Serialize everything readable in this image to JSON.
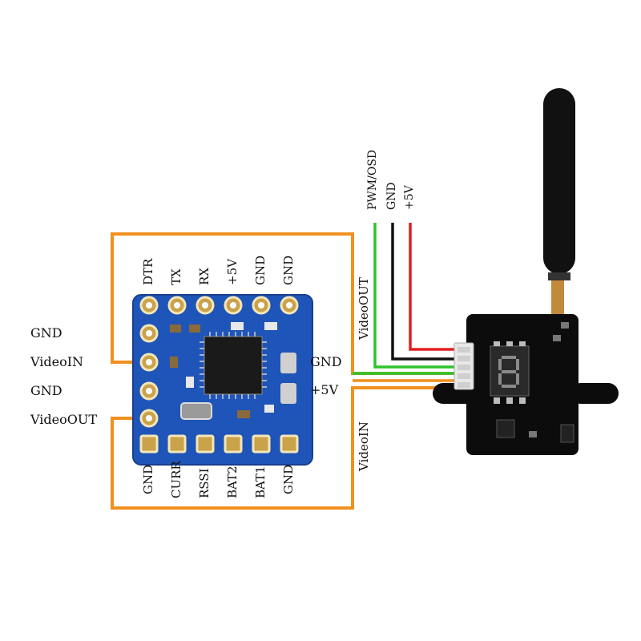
{
  "osd_board": {
    "top_pins": [
      "DTR",
      "TX",
      "RX",
      "+5V",
      "GND",
      "GND"
    ],
    "bottom_pins": [
      "GND",
      "CURR",
      "RSSI",
      "BAT2",
      "BAT1",
      "GND"
    ],
    "left_pins": [
      "GND",
      "VideoIN",
      "GND",
      "VideoOUT"
    ],
    "right_pins": [
      "GND",
      "+5V"
    ],
    "colors": {
      "pcb": "#1f55b8",
      "pad": "#c9a24a",
      "chip": "#1a1a1a"
    }
  },
  "vtx": {
    "wire_labels": [
      "PWM/OSD",
      "GND",
      "+5V"
    ],
    "colors": {
      "pcb": "#0c0c0c",
      "antenna": "#111111",
      "connector": "#e8e8e8"
    }
  },
  "wire_labels": {
    "video_out": "VideoOUT",
    "video_in": "VideoIN"
  },
  "wire_colors": {
    "orange": "#f0901e",
    "green": "#2ec42e",
    "black": "#111111",
    "red": "#e02020"
  }
}
